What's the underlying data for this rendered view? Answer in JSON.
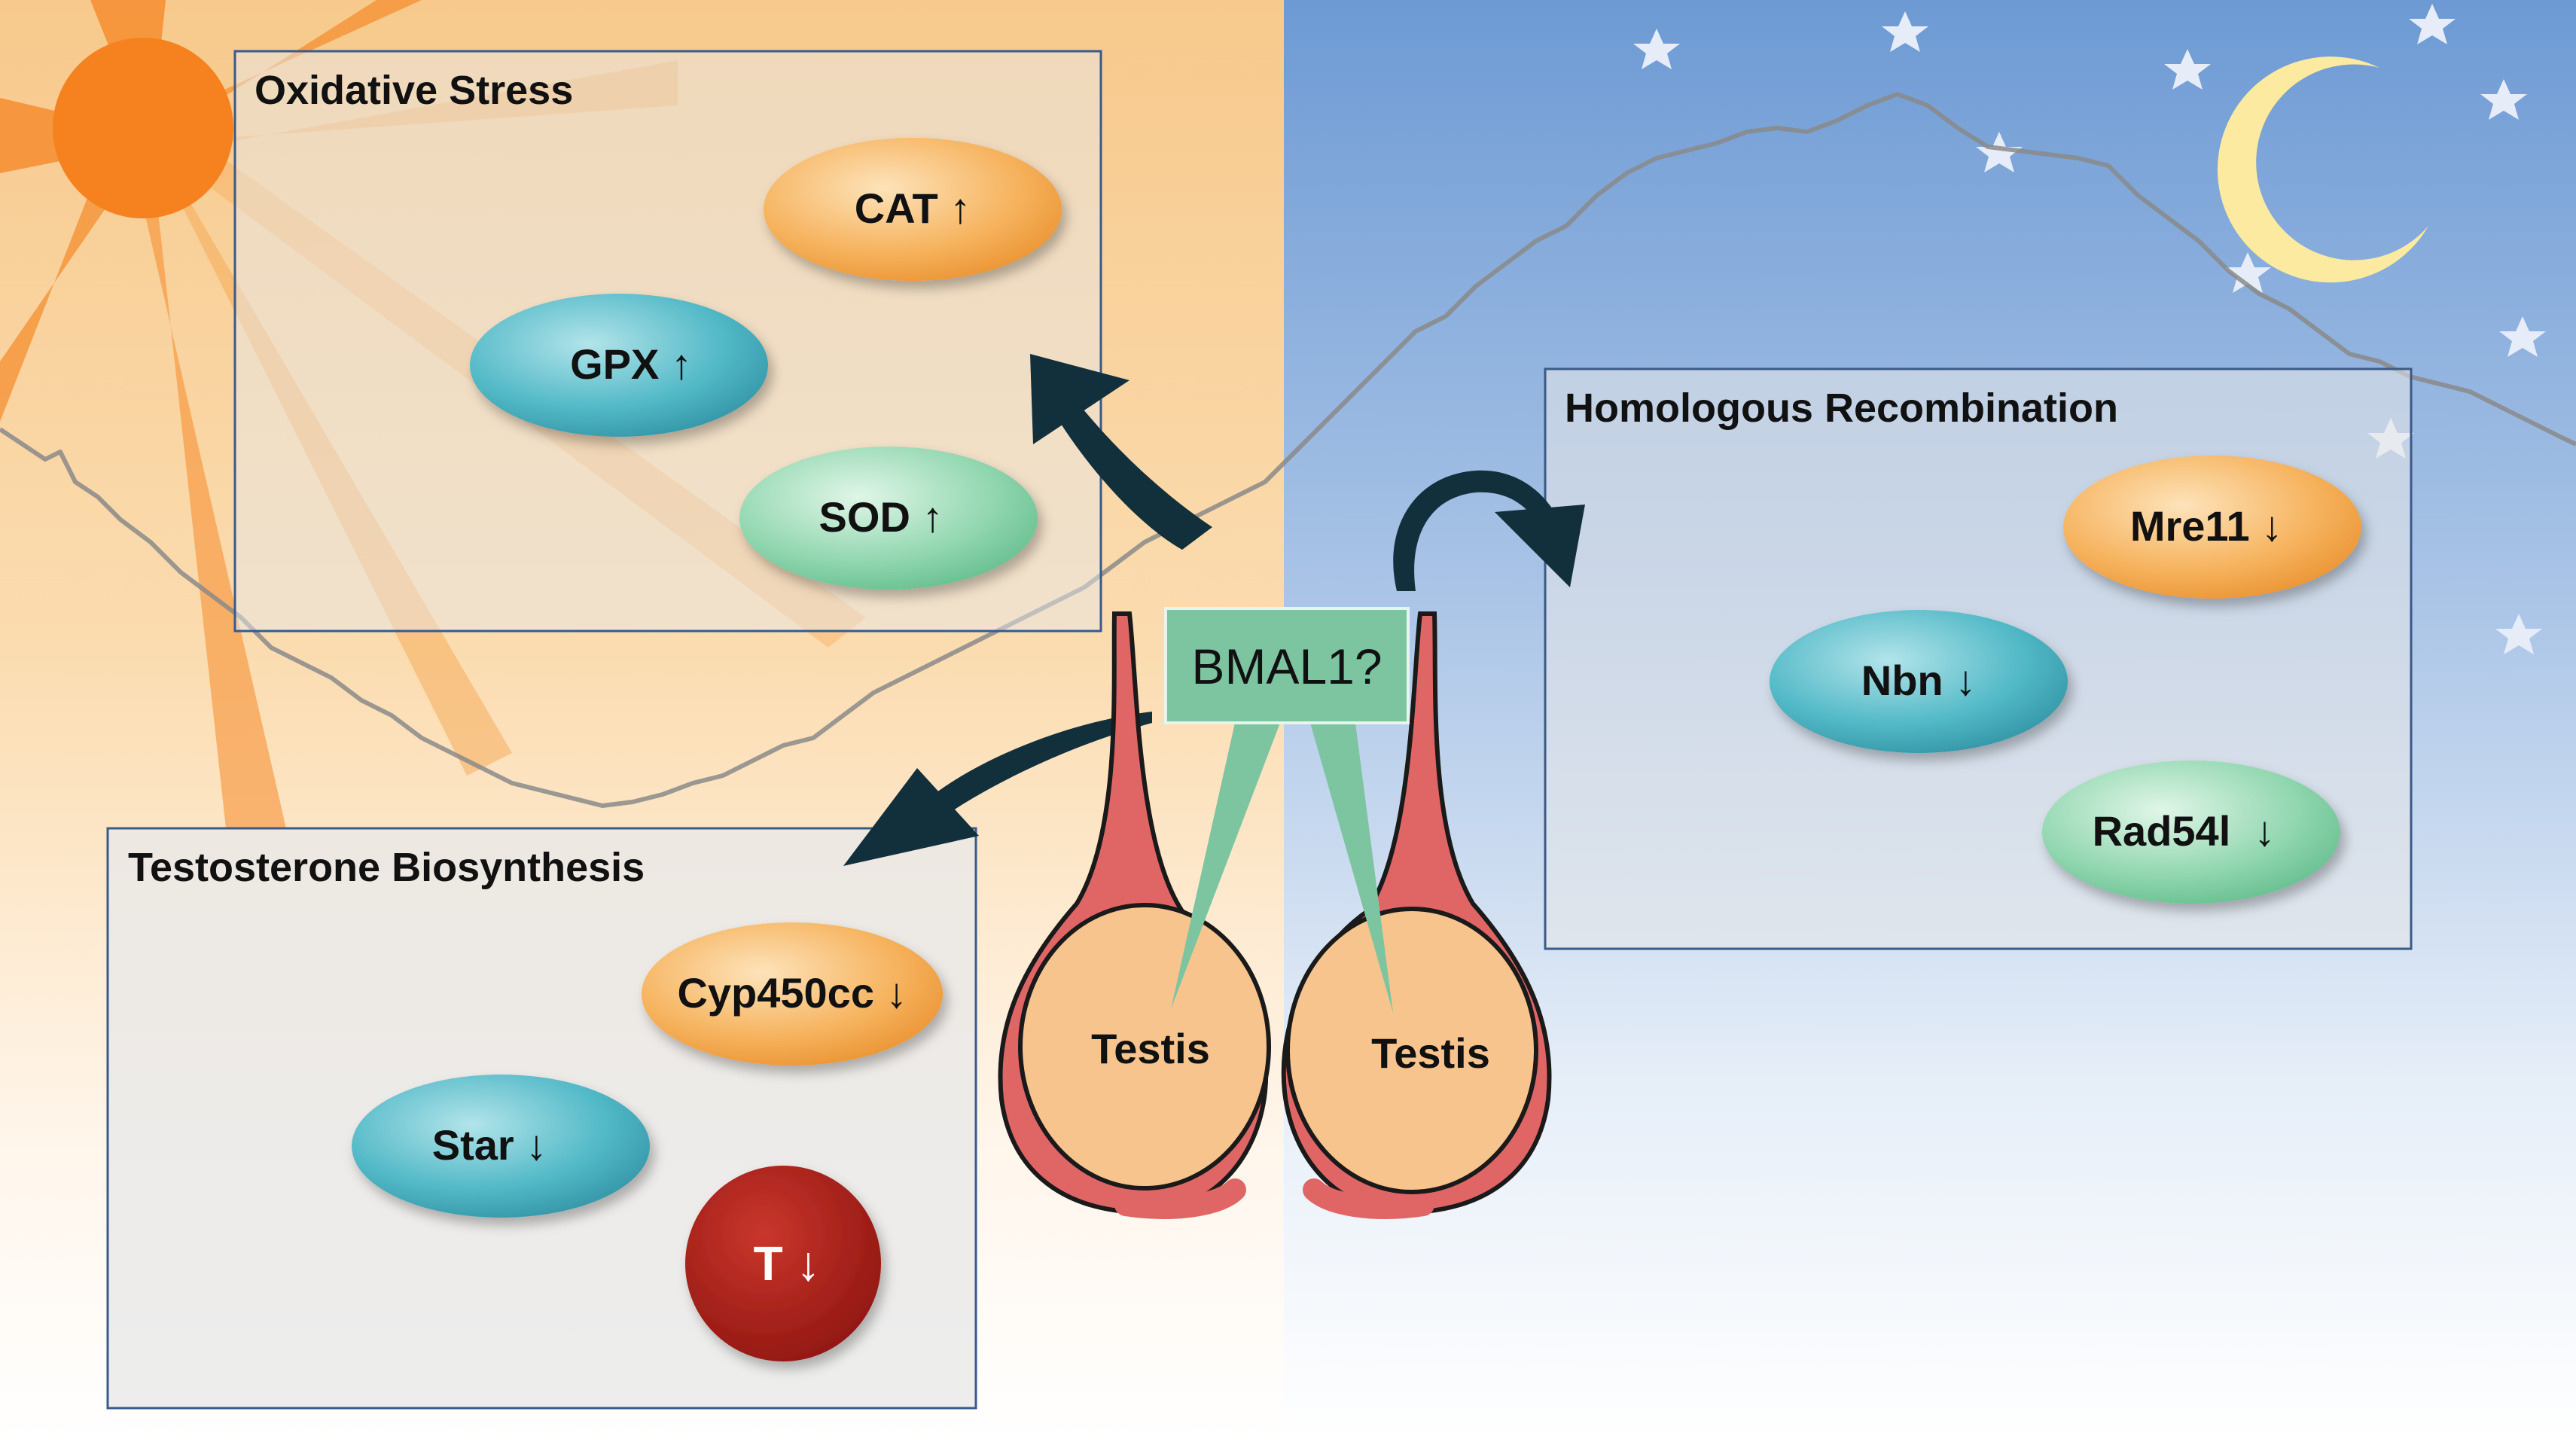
{
  "colors": {
    "day_bg": "#f7c98c",
    "night_bg": "#6d9ad4",
    "panel_fill": "#e8e8e8",
    "panel_border": "#3a5a8a",
    "orange_ellipse": "#f6b35e",
    "teal_ellipse": "#4fb8c6",
    "green_ellipse": "#92d7b0",
    "testosterone_circle": "#a61c16",
    "bmal_box": "#7dc4a1",
    "testis_outline": "#e06666",
    "testis_fill": "#f7c48e",
    "arrow": "#122f3c",
    "sun": "#f5821f",
    "moon": "#fbeaa0"
  },
  "icons": [
    "sun-icon",
    "moon-icon",
    "star-icon"
  ],
  "panels": {
    "oxidative_stress": {
      "title": "Oxidative Stress",
      "items": [
        "CAT ↑",
        "GPX ↑",
        "SOD ↑"
      ]
    },
    "homologous_recombination": {
      "title": "Homologous Recombination",
      "items": [
        "Mre11 ↓",
        "Nbn ↓",
        "Rad54l  ↓"
      ]
    },
    "testosterone_biosynthesis": {
      "title": "Testosterone Biosynthesis",
      "items": [
        "Cyp450cc ↓",
        "Star ↓",
        "T ↓"
      ]
    }
  },
  "center": {
    "bmal_label": "BMAL1?",
    "testis_left": "Testis",
    "testis_right": "Testis"
  }
}
